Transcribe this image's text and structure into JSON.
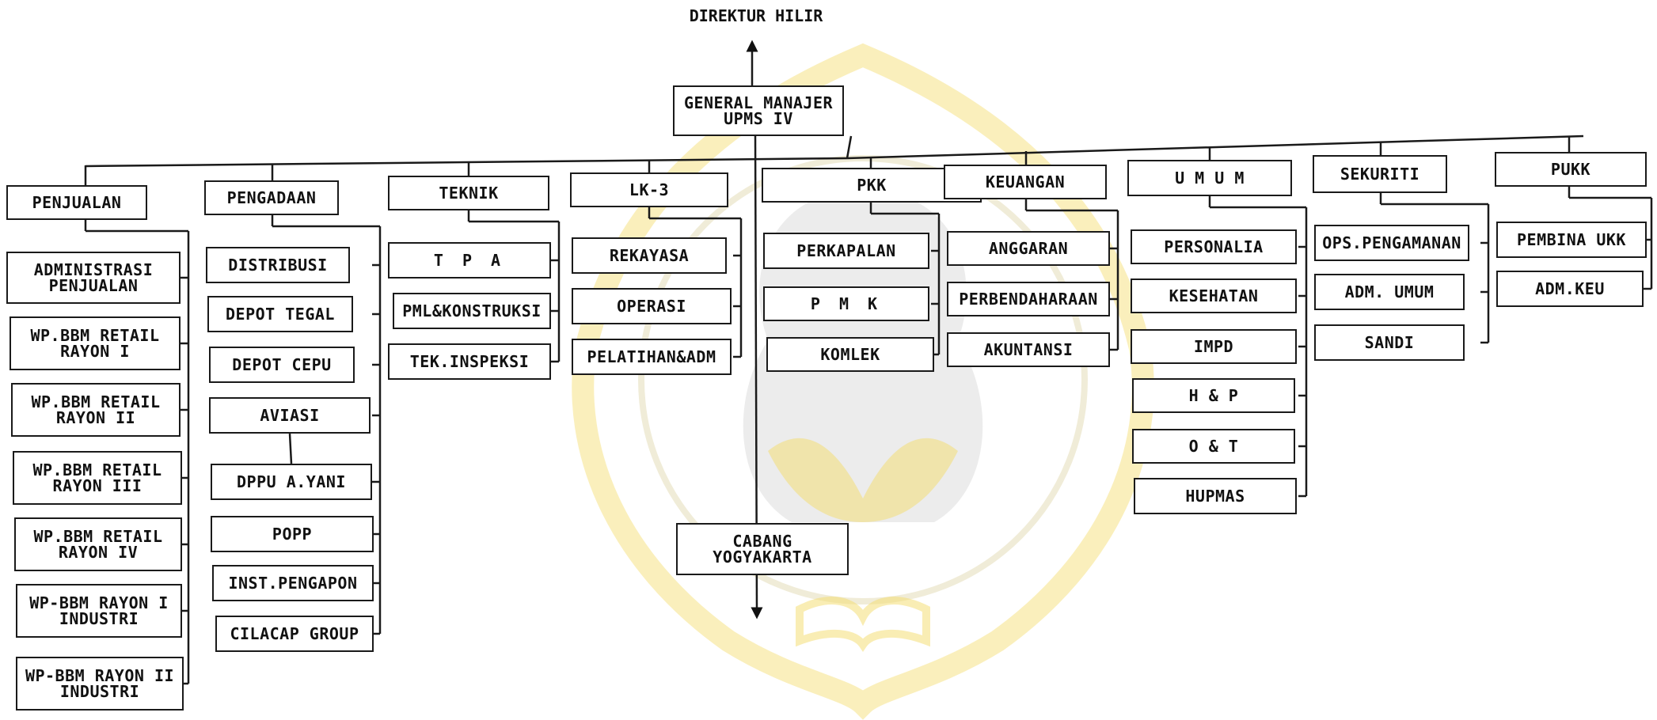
{
  "top_title": "DIREKTUR HILIR",
  "gm": "GENERAL MANAJER\nUPMS IV",
  "branch": "CABANG\nYOGYAKARTA",
  "watermark_color": "#f3dc6a",
  "departments": {
    "penjualan": {
      "label": "PENJUALAN",
      "items": [
        "ADMINISTRASI\nPENJUALAN",
        "WP.BBM RETAIL\nRAYON I",
        "WP.BBM RETAIL\nRAYON II",
        "WP.BBM RETAIL\nRAYON III",
        "WP.BBM RETAIL\nRAYON IV",
        "WP-BBM RAYON I\nINDUSTRI",
        "WP-BBM RAYON II\nINDUSTRI"
      ]
    },
    "pengadaan": {
      "label": "PENGADAAN",
      "items": [
        "DISTRIBUSI",
        "DEPOT TEGAL",
        "DEPOT CEPU",
        "AVIASI",
        "DPPU A.YANI",
        "POPP",
        "INST.PENGAPON",
        "CILACAP GROUP"
      ]
    },
    "teknik": {
      "label": "TEKNIK",
      "items": [
        "T P A",
        "PML&KONSTRUKSI",
        "TEK.INSPEKSI"
      ]
    },
    "lk3": {
      "label": "LK-3",
      "items": [
        "REKAYASA",
        "OPERASI",
        "PELATIHAN&ADM"
      ]
    },
    "pkk": {
      "label": "PKK",
      "items": [
        "PERKAPALAN",
        "P M K",
        "KOMLEK"
      ]
    },
    "keuangan": {
      "label": "KEUANGAN",
      "items": [
        "ANGGARAN",
        "PERBENDAHARAAN",
        "AKUNTANSI"
      ]
    },
    "umum": {
      "label": "U M U M",
      "items": [
        "PERSONALIA",
        "KESEHATAN",
        "IMPD",
        "H & P",
        "O & T",
        "HUPMAS"
      ]
    },
    "sekuriti": {
      "label": "SEKURITI",
      "items": [
        "OPS.PENGAMANAN",
        "ADM. UMUM",
        "SANDI"
      ]
    },
    "pukk": {
      "label": "PUKK",
      "items": [
        "PEMBINA UKK",
        "ADM.KEU"
      ]
    }
  }
}
